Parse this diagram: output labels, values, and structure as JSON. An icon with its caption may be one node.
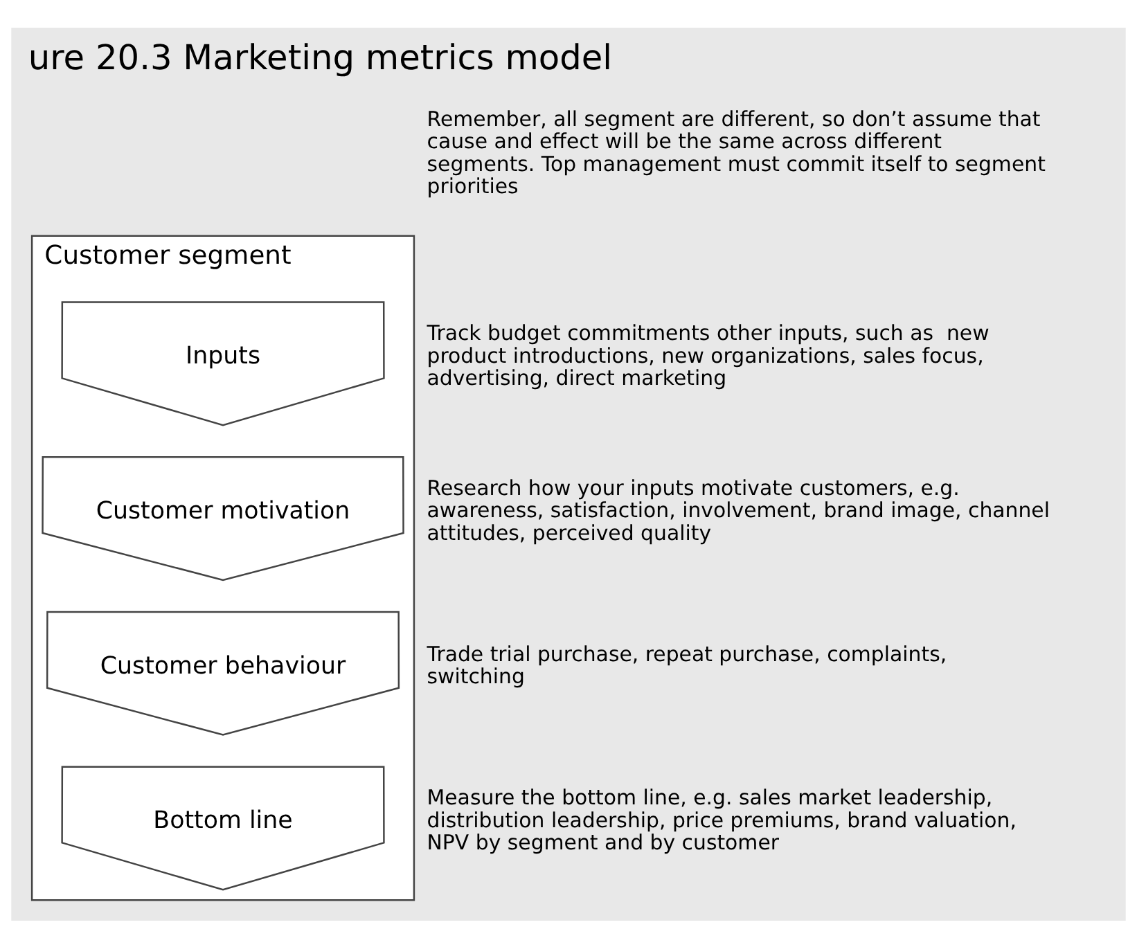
{
  "diagram": {
    "title": "ure 20.3 Marketing metrics model",
    "nodes": [
      {
        "text": [
          "Customer segment"
        ],
        "beside": [
          "Remember, all segment are different, so don’t assume that cause and effect will be the same across different segments. Top management must commit itself to segment  priorities"
        ]
      },
      {
        "text": [
          "Inputs"
        ],
        "in": 0,
        "beside": [
          "Track budget commitments other inputs, such as  new product introductions, new organizations, sales focus, advertising, direct marketing"
        ]
      },
      {
        "text": [
          "Customer motivation"
        ],
        "in": 0,
        "beside": [
          "Research how your inputs motivate customers, e.g. awareness, satisfaction, involvement, brand image, channel attitudes, perceived quality"
        ]
      },
      {
        "text": [
          "Customer behaviour"
        ],
        "in": 0,
        "beside": [
          "Trade trial purchase, repeat purchase, complaints, switching"
        ]
      },
      {
        "text": [
          "Bottom line"
        ],
        "in": 0,
        "beside": [
          "Measure the bottom line, e.g. sales market leadership, distribution leadership, price premiums, brand valuation, NPV by segment and by customer"
        ]
      }
    ]
  }
}
